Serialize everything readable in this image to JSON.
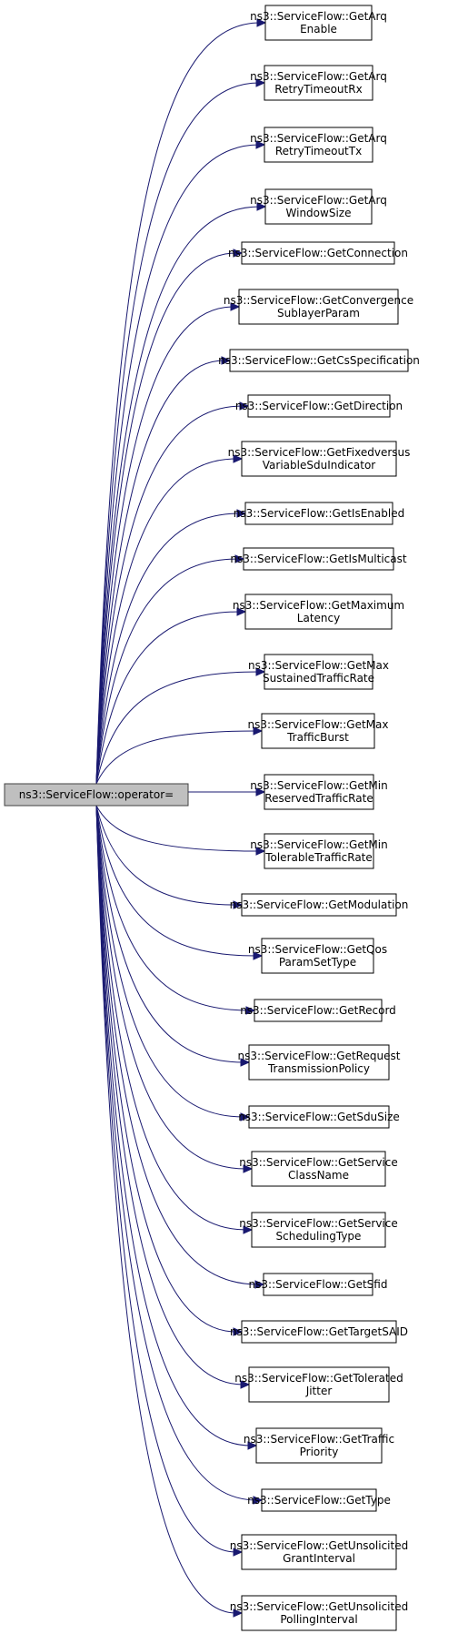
{
  "source": {
    "label": "ns3::ServiceFlow::operator="
  },
  "colors": {
    "edge": "#191970",
    "node_border": "#000000",
    "source_fill": "#bfbfbf"
  },
  "targets": [
    {
      "lines": [
        "ns3::ServiceFlow::GetArq",
        "Enable"
      ]
    },
    {
      "lines": [
        "ns3::ServiceFlow::GetArq",
        "RetryTimeoutRx"
      ]
    },
    {
      "lines": [
        "ns3::ServiceFlow::GetArq",
        "RetryTimeoutTx"
      ]
    },
    {
      "lines": [
        "ns3::ServiceFlow::GetArq",
        "WindowSize"
      ]
    },
    {
      "lines": [
        "ns3::ServiceFlow::GetConnection"
      ]
    },
    {
      "lines": [
        "ns3::ServiceFlow::GetConvergence",
        "SublayerParam"
      ]
    },
    {
      "lines": [
        "ns3::ServiceFlow::GetCsSpecification"
      ]
    },
    {
      "lines": [
        "ns3::ServiceFlow::GetDirection"
      ]
    },
    {
      "lines": [
        "ns3::ServiceFlow::GetFixedversus",
        "VariableSduIndicator"
      ]
    },
    {
      "lines": [
        "ns3::ServiceFlow::GetIsEnabled"
      ]
    },
    {
      "lines": [
        "ns3::ServiceFlow::GetIsMulticast"
      ]
    },
    {
      "lines": [
        "ns3::ServiceFlow::GetMaximum",
        "Latency"
      ]
    },
    {
      "lines": [
        "ns3::ServiceFlow::GetMax",
        "SustainedTrafficRate"
      ]
    },
    {
      "lines": [
        "ns3::ServiceFlow::GetMax",
        "TrafficBurst"
      ]
    },
    {
      "lines": [
        "ns3::ServiceFlow::GetMin",
        "ReservedTrafficRate"
      ]
    },
    {
      "lines": [
        "ns3::ServiceFlow::GetMin",
        "TolerableTrafficRate"
      ]
    },
    {
      "lines": [
        "ns3::ServiceFlow::GetModulation"
      ]
    },
    {
      "lines": [
        "ns3::ServiceFlow::GetQos",
        "ParamSetType"
      ]
    },
    {
      "lines": [
        "ns3::ServiceFlow::GetRecord"
      ]
    },
    {
      "lines": [
        "ns3::ServiceFlow::GetRequest",
        "TransmissionPolicy"
      ]
    },
    {
      "lines": [
        "ns3::ServiceFlow::GetSduSize"
      ]
    },
    {
      "lines": [
        "ns3::ServiceFlow::GetService",
        "ClassName"
      ]
    },
    {
      "lines": [
        "ns3::ServiceFlow::GetService",
        "SchedulingType"
      ]
    },
    {
      "lines": [
        "ns3::ServiceFlow::GetSfid"
      ]
    },
    {
      "lines": [
        "ns3::ServiceFlow::GetTargetSAID"
      ]
    },
    {
      "lines": [
        "ns3::ServiceFlow::GetTolerated",
        "Jitter"
      ]
    },
    {
      "lines": [
        "ns3::ServiceFlow::GetTraffic",
        "Priority"
      ]
    },
    {
      "lines": [
        "ns3::ServiceFlow::GetType"
      ]
    },
    {
      "lines": [
        "ns3::ServiceFlow::GetUnsolicited",
        "GrantInterval"
      ]
    },
    {
      "lines": [
        "ns3::ServiceFlow::GetUnsolicited",
        "PollingInterval"
      ]
    }
  ]
}
